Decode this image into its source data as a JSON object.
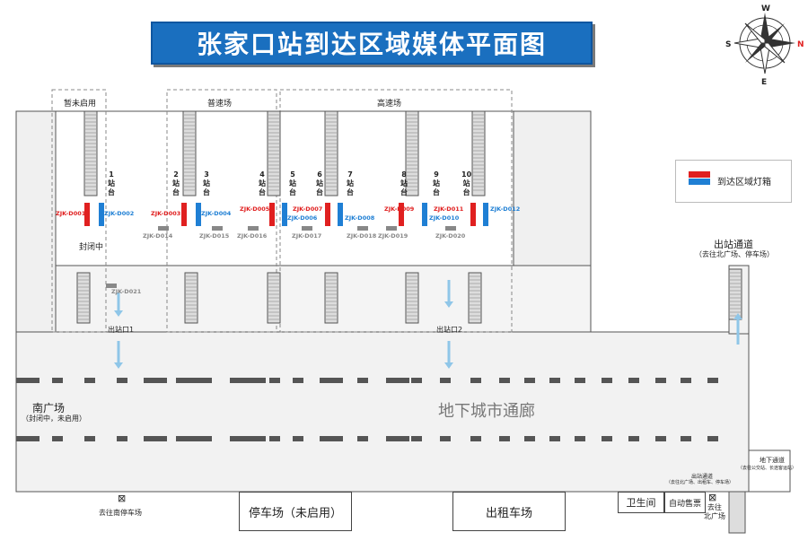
{
  "title": "张家口站到达区域媒体平面图",
  "compass": {
    "n": "N",
    "s": "S",
    "e": "E",
    "w": "W"
  },
  "legend": {
    "text": "到达区域灯箱",
    "red": "#e02020",
    "blue": "#1f7fd4"
  },
  "groups": {
    "closed": "暂未启用",
    "normal": "普速场",
    "high": "高速场"
  },
  "platforms": [
    "1\n站\n台",
    "2\n站\n台",
    "3\n站\n台",
    "4\n站\n台",
    "5\n站\n台",
    "6\n站\n台",
    "7\n站\n台",
    "8\n站\n台",
    "9\n站\n台",
    "10\n站\n台"
  ],
  "media_red": [
    "ZJK-D001",
    "ZJK-D003",
    "ZJK-D005",
    "ZJK-D007",
    "ZJK-D009",
    "ZJK-D011"
  ],
  "media_blue": [
    "ZJK-D002",
    "ZJK-D004",
    "ZJK-D006",
    "ZJK-D008",
    "ZJK-D010",
    "ZJK-D012"
  ],
  "media_gray": [
    "ZJK-D014",
    "ZJK-D015",
    "ZJK-D016",
    "ZJK-D017",
    "ZJK-D018",
    "ZJK-D019",
    "ZJK-D020",
    "ZJK-D021"
  ],
  "closed_label": "封闭中",
  "exit1": "出站口1",
  "exit2": "出站口2",
  "exit_passage": {
    "title": "出站通道",
    "sub": "（去往北广场、停车场）"
  },
  "corridor": "地下城市通廊",
  "south_plaza": {
    "title": "南广场",
    "sub": "（封闭中，未启用）"
  },
  "south_parking": "去往南停车场",
  "parking": "停车场（未启用）",
  "taxi": "出租车场",
  "toilet": "卫生间",
  "ticket": "自动售票",
  "north_plaza": "去往\n北广场",
  "underground": {
    "title": "地下通道",
    "sub": "（去往公交站、长途客运站）"
  },
  "exit_passage_small": {
    "title": "出站通道",
    "sub": "（去往北广场、出租车、停车场）"
  }
}
